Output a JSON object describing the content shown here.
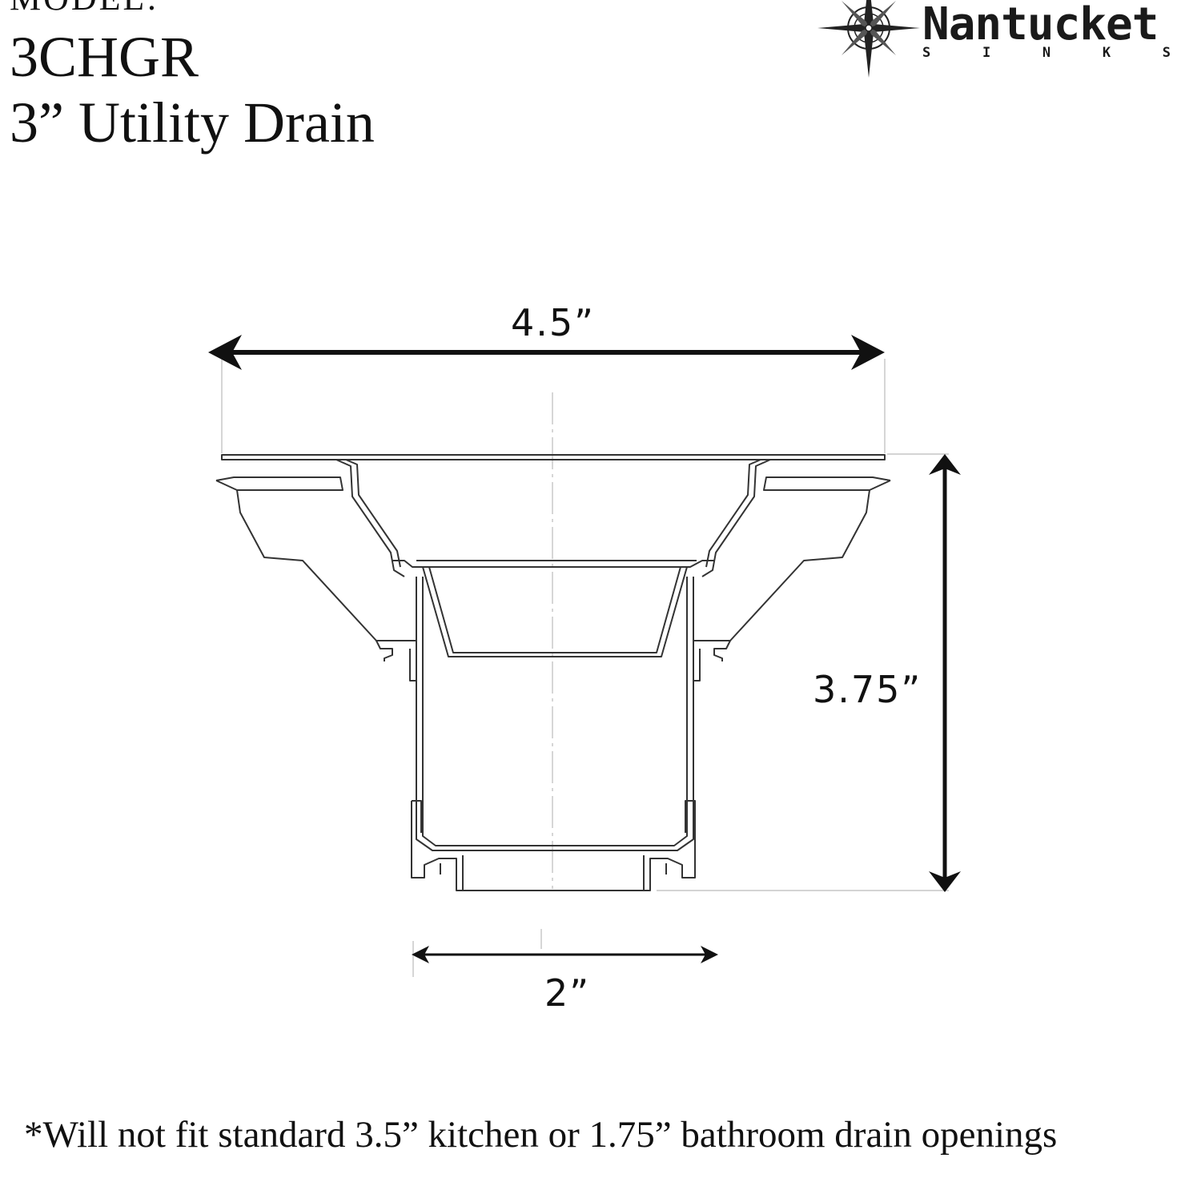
{
  "header": {
    "model_label": "MODEL:",
    "model_number": "3CHGR",
    "product_name": "3” Utility Drain"
  },
  "logo": {
    "brand": "Nantucket",
    "tagline_letters": [
      "S",
      "I",
      "N",
      "K",
      "S"
    ]
  },
  "dimensions": {
    "width": "4.5”",
    "height": "3.75”",
    "outlet": "2”"
  },
  "footnote": "*Will not fit standard 3.5” kitchen or 1.75” bathroom drain openings",
  "colors": {
    "ink": "#111111",
    "line": "#333333",
    "guide": "#bbbbbb"
  }
}
